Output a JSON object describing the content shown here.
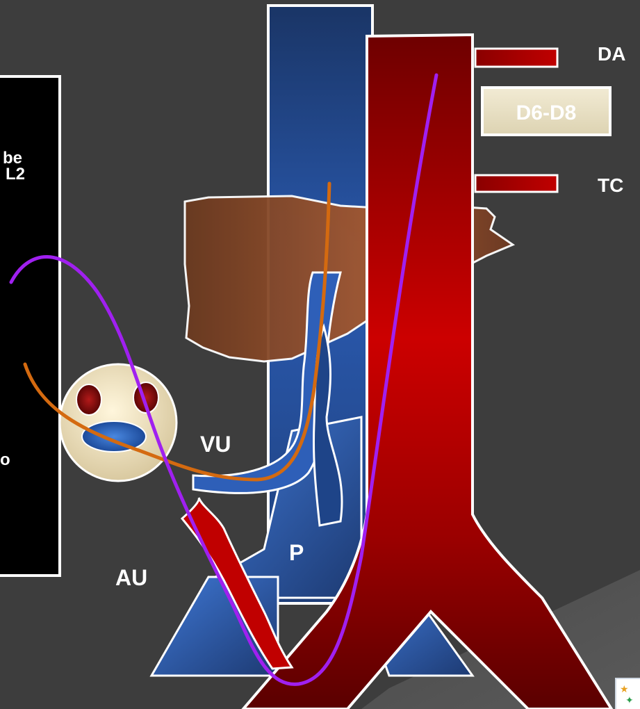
{
  "left_panel": {
    "line1": "be",
    "line2": "L2",
    "line3": "o"
  },
  "labels": {
    "da": "DA",
    "vertebra_range": "D6-D8",
    "tc": "TC",
    "vu": "VU",
    "p": "P",
    "au": "AU"
  },
  "colors": {
    "background": "#3d3d3d",
    "artery_red": "#c00000",
    "vein_blue": "#2e5fb8",
    "liver_brown": "#8b4a2b",
    "catheter_purple": "#a020f0",
    "catheter_orange": "#d46a10",
    "label_white": "#ffffff"
  },
  "icons": {
    "face": "surprised-face-icon",
    "corner_logo": "logo-icon"
  }
}
